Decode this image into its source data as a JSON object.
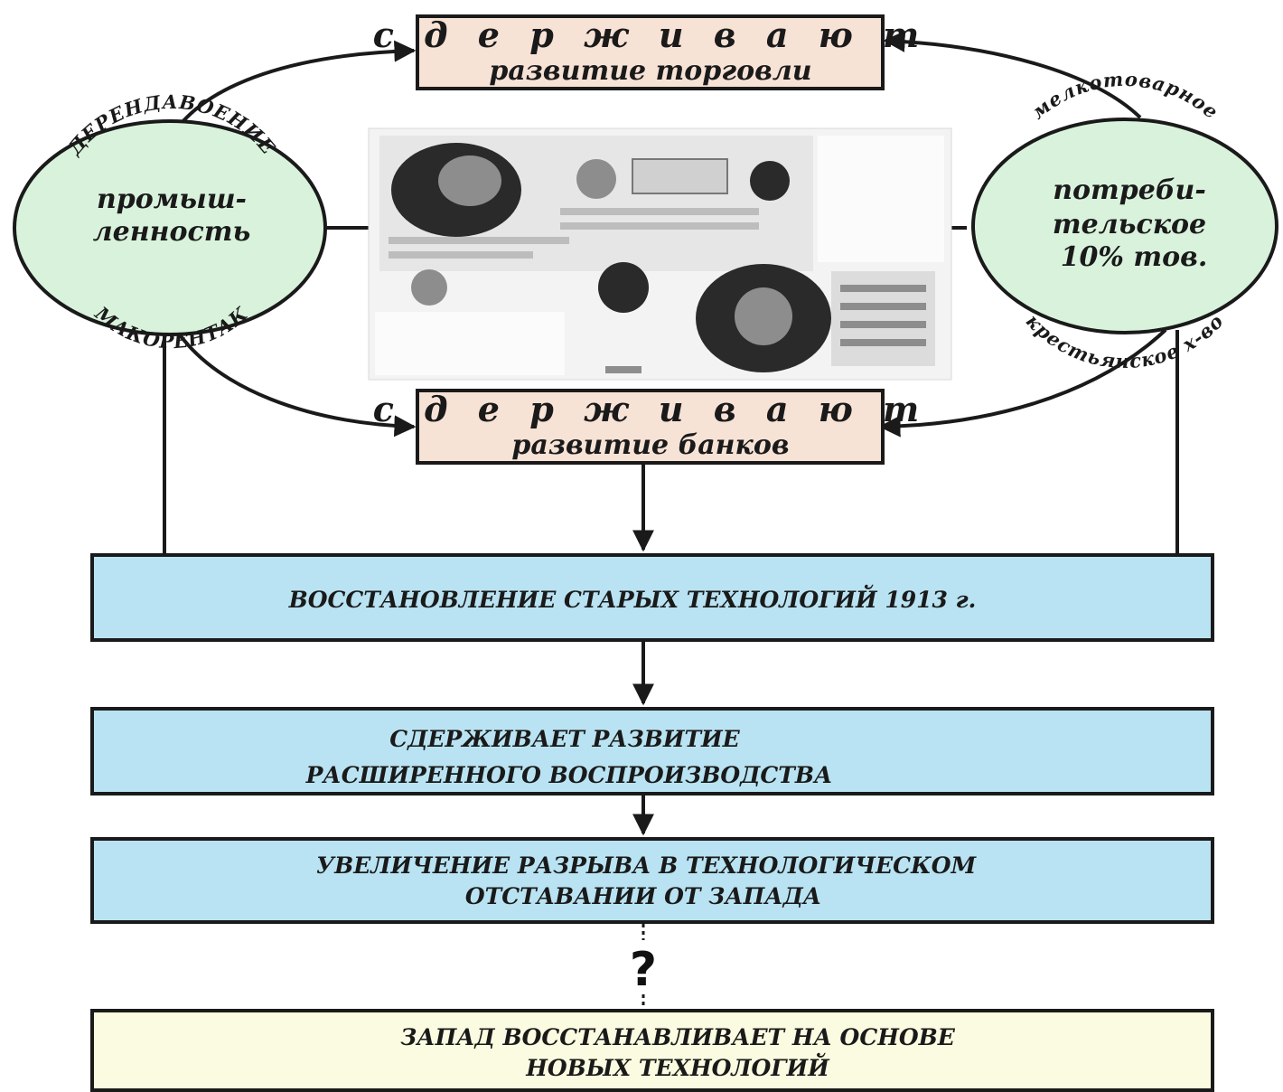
{
  "top_box": {
    "line1": "с д е р ж и в а ю т",
    "line2": "развитие торговли"
  },
  "middle_box": {
    "line1": "с д е р ж и в а ю т",
    "line2": "развитие банков"
  },
  "left_circle": {
    "arc_top": "ДЕРЕНДАВОЕНИЕ",
    "line1": "промыш-",
    "line2": "ленность",
    "arc_bottom": "МАКОРЕНТАК"
  },
  "right_circle": {
    "arc_top": "мелкотоварное",
    "line1": "потреби-",
    "line2": "тельское",
    "line3": "10% тов.",
    "arc_bottom": "крестьянское х-во"
  },
  "flow": {
    "box1": "ВОССТАНОВЛЕНИЕ СТАРЫХ   ТЕХНОЛОГИЙ   1913 г.",
    "box2_line1": "СДЕРЖИВАЕТ   РАЗВИТИЕ",
    "box2_line2": "РАСШИРЕННОГО   ВОСПРОИЗВОДСТВА",
    "box3_line1": "УВЕЛИЧЕНИЕ РАЗРЫВА В ТЕХНОЛОГИЧЕСКОМ",
    "box3_line2": "ОТСТАВАНИИ ОТ ЗАПАДА",
    "question": "?",
    "box4_line1": "ЗАПАД ВОССТАНАВЛИВАЕТ НА ОСНОВЕ",
    "box4_line2": "НОВЫХ ТЕХНОЛОГИЙ"
  },
  "colors": {
    "top_box_fill": "#f7e2d6",
    "circle_fill": "#d9f2dc",
    "flow_box_fill": "#b9e3f2",
    "final_box_fill": "#fafbe0",
    "stroke": "#1a1a1a"
  }
}
